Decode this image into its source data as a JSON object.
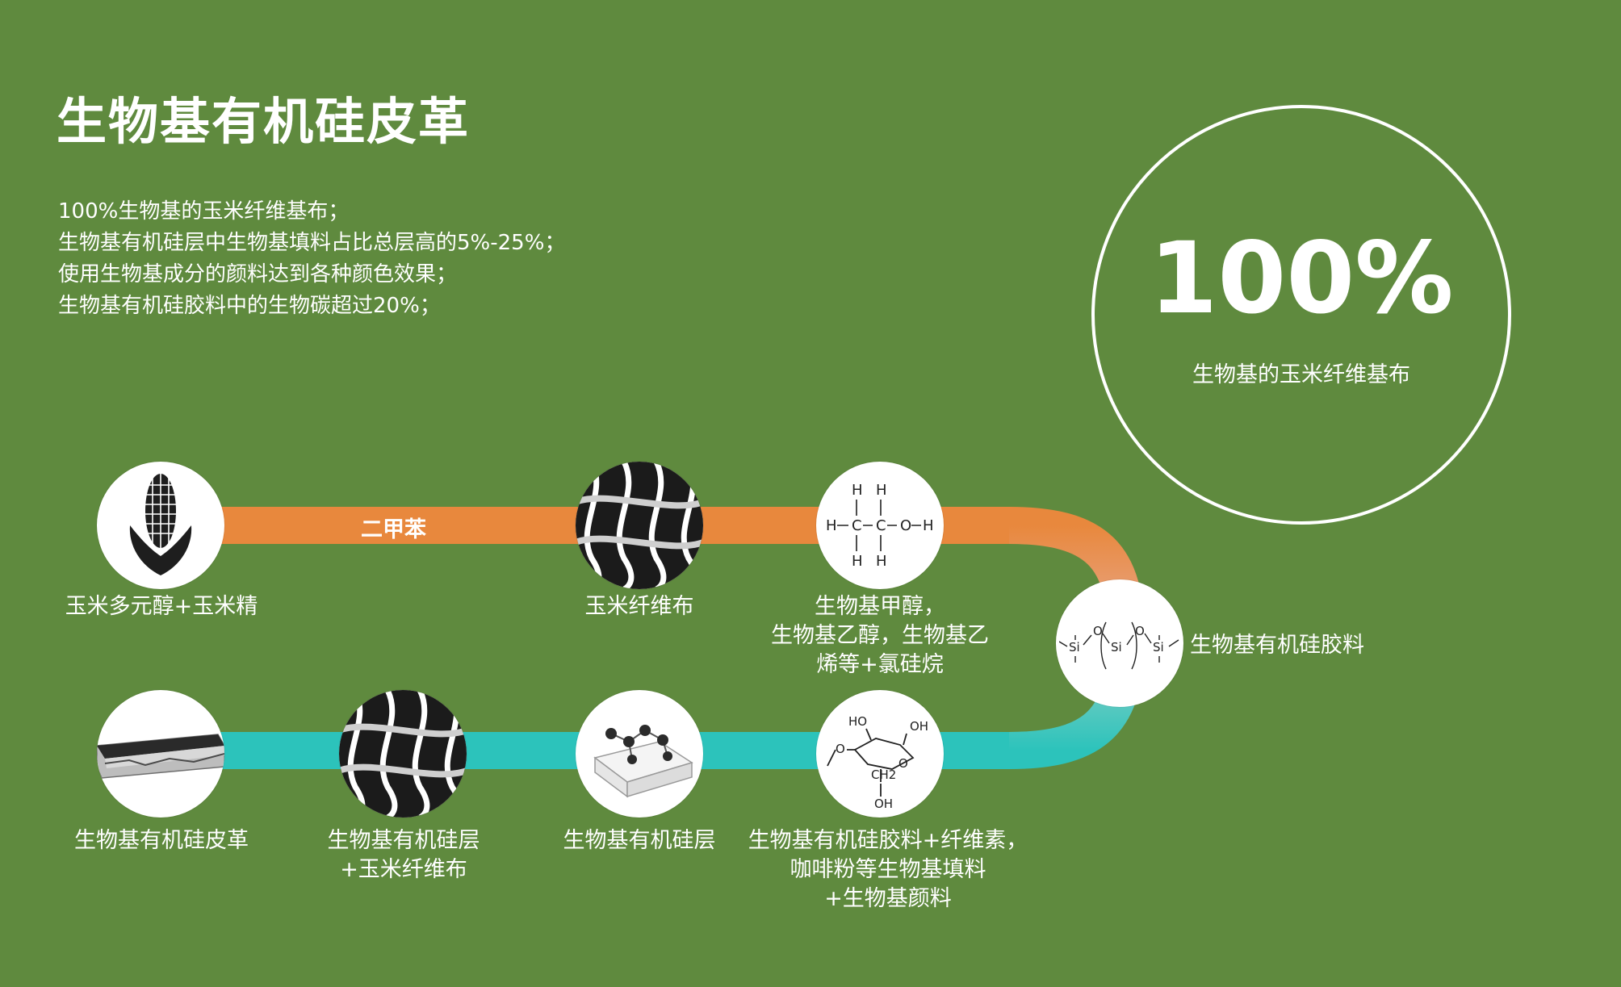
{
  "title": "生物基有机硅皮革",
  "bullets": [
    "100%生物基的玉米纤维基布；",
    "生物基有机硅层中生物基填料占比总层高的5%-25%；",
    "使用生物基成分的颜料达到各种颜色效果；",
    "生物基有机硅胶料中的生物碳超过20%；"
  ],
  "highlight": {
    "value": "100%",
    "label": "生物基的玉米纤维基布"
  },
  "flow": {
    "upper_pipe_label": "二甲苯",
    "upper_color": "#e8883d",
    "lower_color": "#2cc3bb",
    "nodes": {
      "corn": "玉米多元醇+玉米精",
      "fiber_cloth": "玉米纤维布",
      "methanol": "生物基甲醇，\n生物基乙醇，生物基乙\n烯等+氯硅烷",
      "silicone_glue": "生物基有机硅胶料",
      "cellulose": "生物基有机硅胶料+纤维素，\n咖啡粉等生物基填料\n+生物基颜料",
      "silicone_layer": "生物基有机硅层",
      "layer_plus_fiber": "生物基有机硅层\n+玉米纤维布",
      "leather": "生物基有机硅皮革"
    },
    "chemistry": {
      "methanol_atoms": [
        "H",
        "H",
        "H",
        "C",
        "C",
        "O",
        "H",
        "H",
        "H"
      ],
      "siloxane_atoms": [
        "Si",
        "O",
        "Si",
        "O",
        "Si"
      ],
      "glucose_atoms": [
        "HO",
        "OH",
        "O",
        "O",
        "CH2",
        "OH"
      ]
    }
  }
}
